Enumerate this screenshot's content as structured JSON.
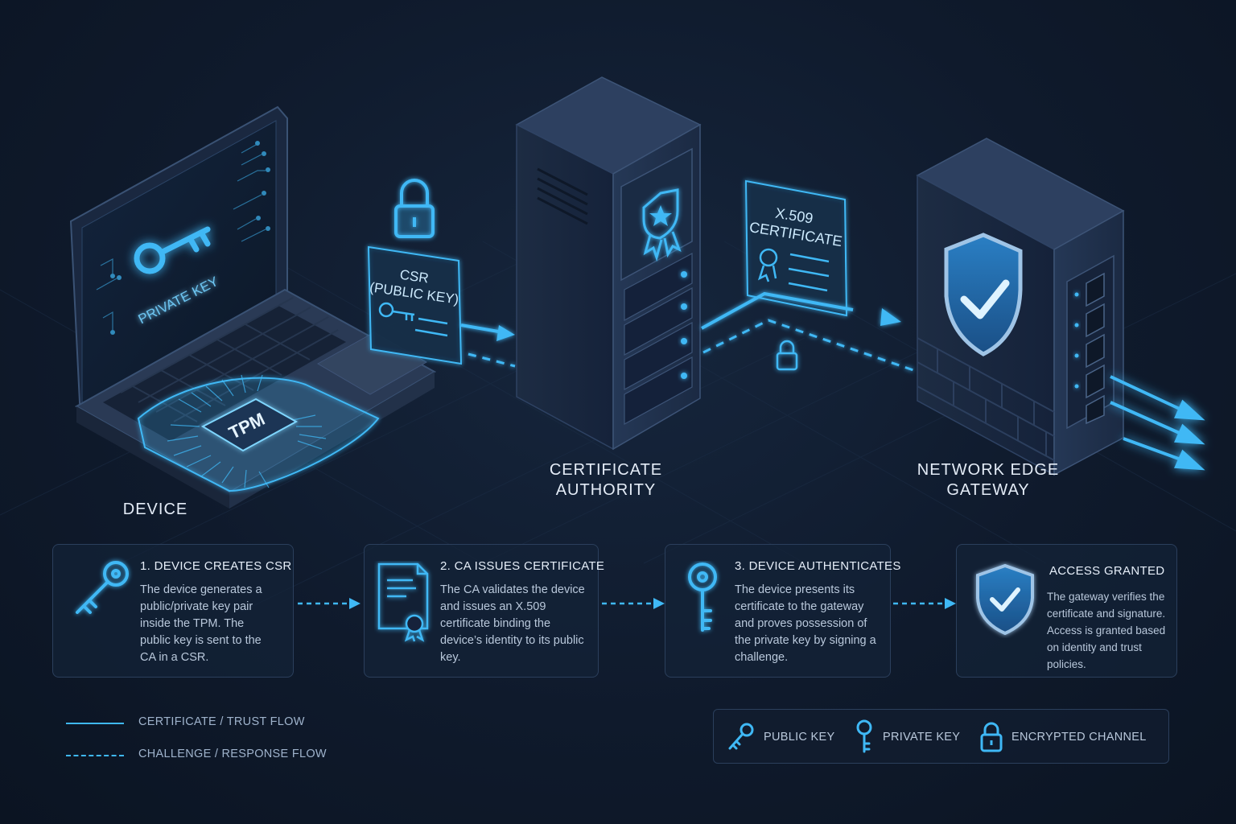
{
  "colors": {
    "accent": "#3fb8f5",
    "accent_glow": "#7fd6ff",
    "background": "#0f1a2c",
    "panel": "#1a2a42",
    "text": "#e4ecf7"
  },
  "nodes": {
    "device": {
      "label": "DEVICE",
      "screen_label": "PRIVATE KEY",
      "chip_label": "TPM"
    },
    "ca": {
      "label": "CERTIFICATE\nAUTHORITY"
    },
    "gateway": {
      "label": "NETWORK EDGE\nGATEWAY"
    }
  },
  "cards": {
    "csr": {
      "line1": "CSR",
      "line2": "(PUBLIC KEY)"
    },
    "cert": {
      "line1": "X.509",
      "line2": "CERTIFICATE"
    }
  },
  "steps": [
    {
      "title": "1. DEVICE CREATES CSR",
      "body": "The device generates a public/private key pair inside the TPM. The public key is sent to the CA in a CSR.",
      "icon": "key-icon"
    },
    {
      "title": "2. CA ISSUES CERTIFICATE",
      "body": "The CA validates the device and issues an X.509 certificate binding the device’s identity to its public key.",
      "icon": "certificate-icon"
    },
    {
      "title": "3. DEVICE AUTHENTICATES",
      "body": "The device presents its certificate to the gateway and proves possession of the private key by signing a challenge.",
      "icon": "private-key-icon"
    },
    {
      "title": "ACCESS GRANTED",
      "body": "The gateway verifies the certificate and signature. Access is granted based on identity and trust policies.",
      "icon": "shield-check-icon"
    }
  ],
  "flow_legend": {
    "solid": "CERTIFICATE / TRUST FLOW",
    "dashed": "CHALLENGE / RESPONSE FLOW"
  },
  "key_legend": {
    "public_key": "PUBLIC KEY",
    "private_key": "PRIVATE KEY",
    "encrypted_channel": "ENCRYPTED CHANNEL"
  }
}
